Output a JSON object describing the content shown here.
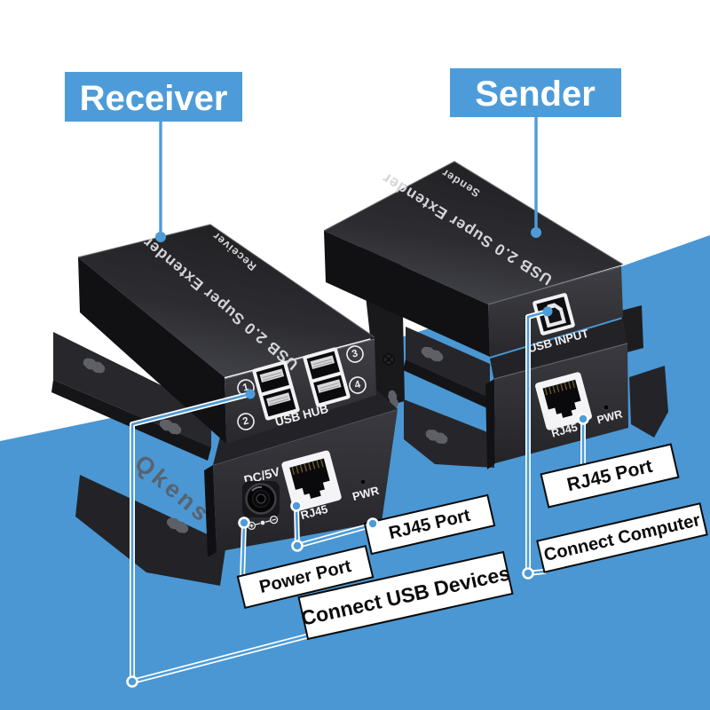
{
  "headers": {
    "receiver": "Receiver",
    "sender": "Sender"
  },
  "receiver_unit": {
    "top_line1": "USB 2.0 Super Extender",
    "top_line2": "Receiver",
    "front": {
      "hub_label": "USB HUB",
      "port_1": "1",
      "port_2": "2",
      "port_3": "3",
      "port_4": "4"
    },
    "base": {
      "power_label": "DC/5V",
      "rj45_label": "RJ45",
      "pwr_label": "PWR",
      "brand": "Qkens"
    }
  },
  "sender_unit": {
    "top_line1": "USB 2.0 Super Extender",
    "top_line2": "Sender",
    "front": {
      "usb_input_label": "USB INPUT"
    },
    "base": {
      "rj45_label": "RJ45",
      "pwr_label": "PWR"
    }
  },
  "callouts": {
    "power_port": "Power Port",
    "rj45_receiver": "RJ45 Port",
    "connect_usb_devices": "Connect USB Devices",
    "rj45_sender": "RJ45 Port",
    "connect_computer": "Connect Computer"
  },
  "colors": {
    "accent_blue": "#4d9cd9",
    "background_blue": "#4a97d4",
    "device_black": "#222225",
    "label_border": "#0a0a0a"
  }
}
